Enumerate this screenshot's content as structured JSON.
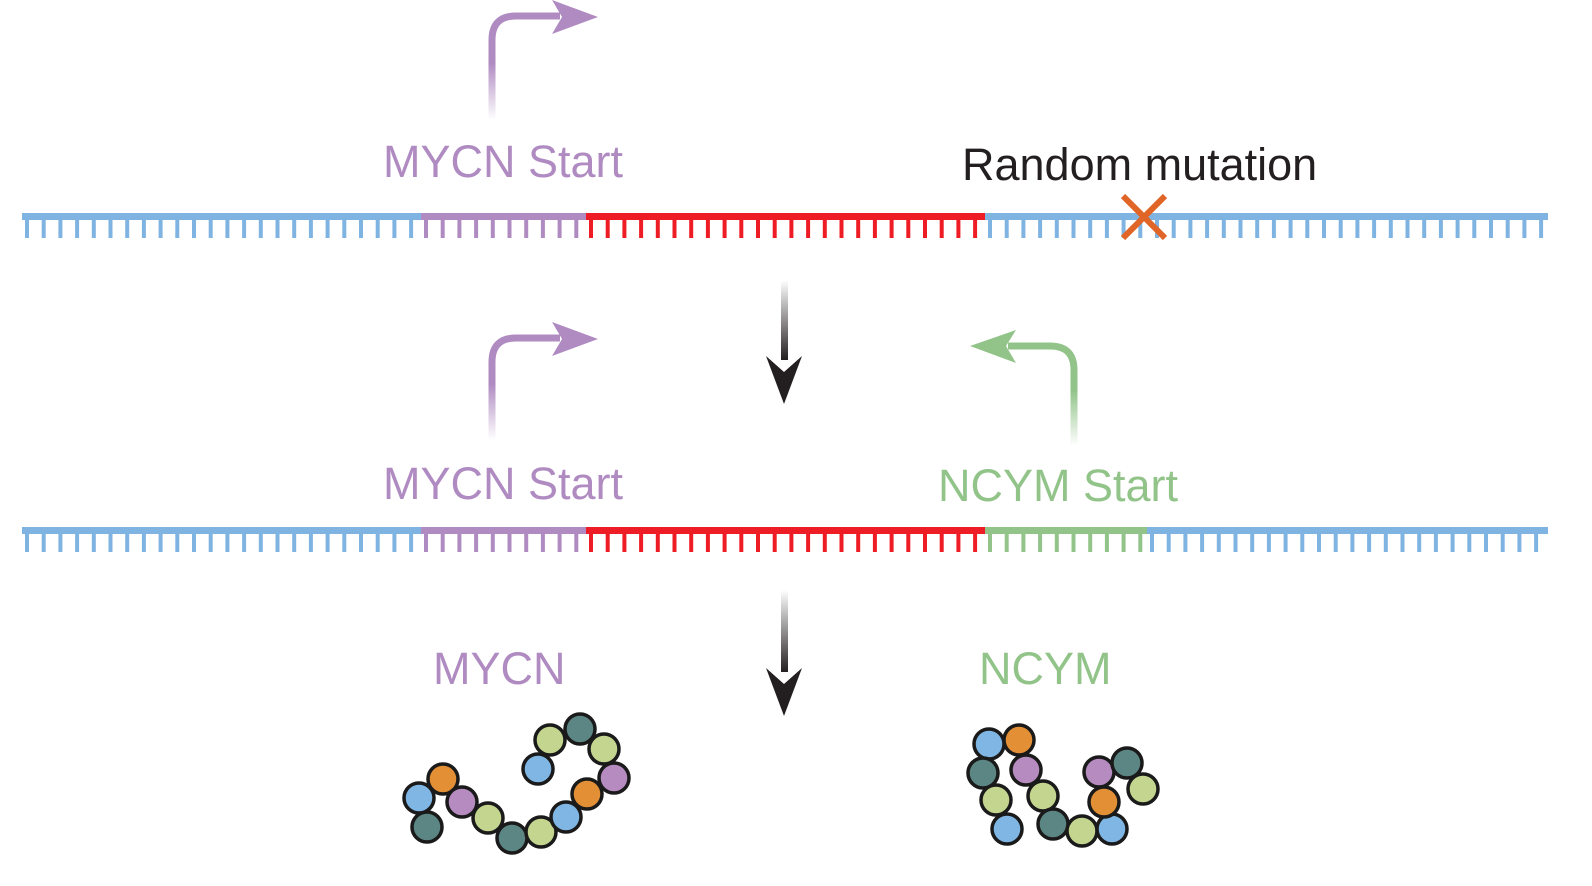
{
  "colors": {
    "background": "#ffffff",
    "dna_default": "#7fb4e2",
    "mycn": "#b08bc2",
    "gene_body": "#ee1c25",
    "ncym": "#92c48a",
    "mutation": "#e06527",
    "arrow": "#231f20",
    "text_black": "#231f20",
    "bead_blue": "#7fb6e4",
    "bead_orange": "#e38f36",
    "bead_purple": "#b58bc0",
    "bead_green": "#c3d58f",
    "bead_teal": "#5c8683",
    "bead_outline": "#1a1a1a"
  },
  "top_panel": {
    "mycn_label": "MYCN Start",
    "mutation_label": "Random mutation",
    "mutation_marker": "x-mark",
    "segments": [
      "flank",
      "MYCN promoter",
      "gene",
      "flank"
    ]
  },
  "middle_panel": {
    "mycn_label": "MYCN Start",
    "ncym_label": "NCYM Start",
    "segments": [
      "flank",
      "MYCN promoter",
      "gene",
      "NCYM promoter",
      "flank"
    ]
  },
  "bottom_panel": {
    "mycn_protein_label": "MYCN",
    "ncym_protein_label": "NCYM",
    "mycn_beads": [
      "teal",
      "blue",
      "orange",
      "purple",
      "green",
      "teal",
      "green",
      "blue",
      "orange",
      "purple",
      "green",
      "teal",
      "green",
      "blue"
    ],
    "ncym_beads": [
      "blue",
      "teal",
      "green",
      "blue",
      "orange",
      "purple",
      "green",
      "teal",
      "green",
      "blue",
      "orange",
      "purple",
      "teal",
      "green"
    ]
  }
}
